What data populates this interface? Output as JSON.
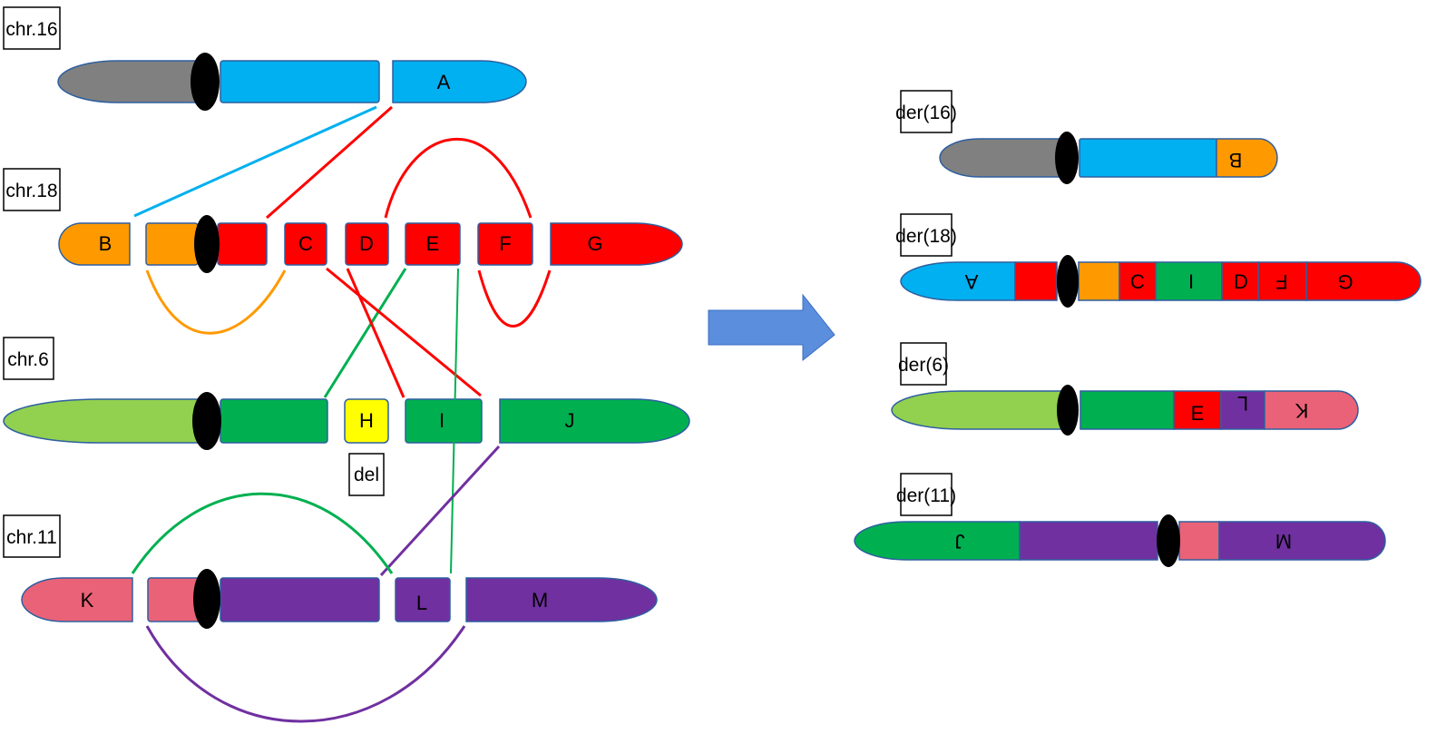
{
  "colors": {
    "gray": "#808080",
    "blue": "#00b0f0",
    "orange": "#ff9900",
    "red": "#ff0000",
    "light_green": "#92d050",
    "green": "#00b050",
    "yellow": "#ffff00",
    "pink": "#ea6277",
    "purple": "#7030a0",
    "centromere": "#000000",
    "arrow": "#5b8fdd",
    "outline": "#2e5fa0"
  },
  "labels": {
    "chr16": "chr.16",
    "chr18": "chr.18",
    "chr6": "chr.6",
    "chr11": "chr.11",
    "del": "del",
    "der16": "der(16)",
    "der18": "der(18)",
    "der6": "der(6)",
    "der11": "der(11)"
  },
  "segments": {
    "A": "A",
    "B": "B",
    "C": "C",
    "D": "D",
    "E": "E",
    "F": "F",
    "G": "G",
    "H": "H",
    "I": "I",
    "J": "J",
    "K": "K",
    "L": "L",
    "M": "M"
  },
  "arrow_icon": "right-arrow"
}
